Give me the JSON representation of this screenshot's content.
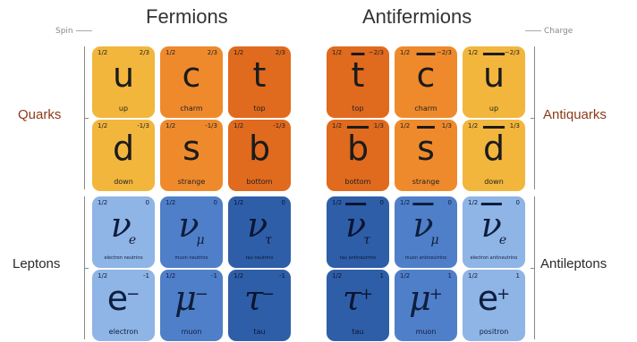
{
  "headings": {
    "fermions": "Fermions",
    "antifermions": "Antifermions"
  },
  "annotations": {
    "spin": "Spin",
    "charge": "Charge"
  },
  "row_labels": {
    "quarks": "Quarks",
    "leptons": "Leptons",
    "antiquarks": "Antiquarks",
    "antileptons": "Antileptons"
  },
  "colors": {
    "quark_light": "#f2b63d",
    "quark_mid": "#ef8a2c",
    "quark_dark": "#e06a1e",
    "lepton_light": "#8fb4e6",
    "lepton_mid": "#4f7fc8",
    "lepton_dark": "#2f5ea8",
    "quark_label": "#8a3a1a",
    "lepton_label": "#2a2a2a"
  },
  "particles": {
    "up": {
      "spin": "1/2",
      "charge": "2/3",
      "symbol": "u",
      "name": "up"
    },
    "charm": {
      "spin": "1/2",
      "charge": "2/3",
      "symbol": "c",
      "name": "charm"
    },
    "top": {
      "spin": "1/2",
      "charge": "2/3",
      "symbol": "t",
      "name": "top"
    },
    "down": {
      "spin": "1/2",
      "charge": "-1/3",
      "symbol": "d",
      "name": "down"
    },
    "strange": {
      "spin": "1/2",
      "charge": "-1/3",
      "symbol": "s",
      "name": "strange"
    },
    "bottom": {
      "spin": "1/2",
      "charge": "-1/3",
      "symbol": "b",
      "name": "bottom"
    },
    "nu_e": {
      "spin": "1/2",
      "charge": "0",
      "symbol": "ν",
      "sub": "e",
      "name": "electron neutrino"
    },
    "nu_mu": {
      "spin": "1/2",
      "charge": "0",
      "symbol": "ν",
      "sub": "μ",
      "name": "muon neutrino"
    },
    "nu_tau": {
      "spin": "1/2",
      "charge": "0",
      "symbol": "ν",
      "sub": "τ",
      "name": "tau neutrino"
    },
    "electron": {
      "spin": "1/2",
      "charge": "-1",
      "symbol": "e",
      "sup": "−",
      "name": "electron"
    },
    "muon": {
      "spin": "1/2",
      "charge": "-1",
      "symbol": "μ",
      "sup": "−",
      "name": "muon"
    },
    "tau": {
      "spin": "1/2",
      "charge": "-1",
      "symbol": "τ",
      "sup": "−",
      "name": "tau"
    },
    "anti_top": {
      "spin": "1/2",
      "charge": "−2/3",
      "symbol": "t",
      "name": "top"
    },
    "anti_charm": {
      "spin": "1/2",
      "charge": "−2/3",
      "symbol": "c",
      "name": "charm"
    },
    "anti_up": {
      "spin": "1/2",
      "charge": "−2/3",
      "symbol": "u",
      "name": "up"
    },
    "anti_bottom": {
      "spin": "1/2",
      "charge": "1/3",
      "symbol": "b",
      "name": "bottom"
    },
    "anti_strange": {
      "spin": "1/2",
      "charge": "1/3",
      "symbol": "s",
      "name": "strange"
    },
    "anti_down": {
      "spin": "1/2",
      "charge": "1/3",
      "symbol": "d",
      "name": "down"
    },
    "anti_nu_tau": {
      "spin": "1/2",
      "charge": "0",
      "symbol": "ν",
      "sub": "τ",
      "name": "tau antineutrino"
    },
    "anti_nu_mu": {
      "spin": "1/2",
      "charge": "0",
      "symbol": "ν",
      "sub": "μ",
      "name": "muon antineutrino"
    },
    "anti_nu_e": {
      "spin": "1/2",
      "charge": "0",
      "symbol": "ν",
      "sub": "e",
      "name": "electron antineutrino"
    },
    "anti_tau": {
      "spin": "1/2",
      "charge": "1",
      "symbol": "τ",
      "sup": "+",
      "name": "tau"
    },
    "anti_muon": {
      "spin": "1/2",
      "charge": "1",
      "symbol": "μ",
      "sup": "+",
      "name": "muon"
    },
    "positron": {
      "spin": "1/2",
      "charge": "1",
      "symbol": "e",
      "sup": "+",
      "name": "positron"
    }
  }
}
